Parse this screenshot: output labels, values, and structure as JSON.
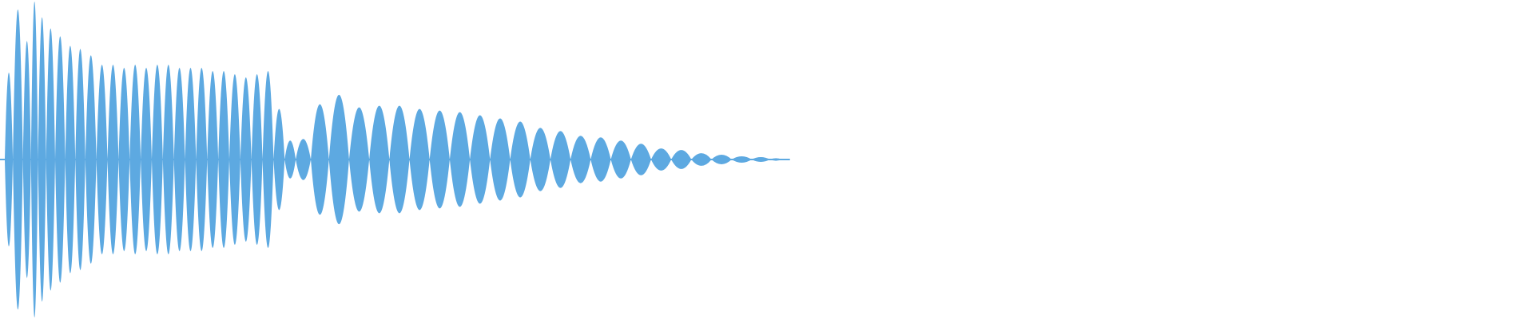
{
  "waveform": {
    "color": "#5DA9E1",
    "background": "#FFFFFF",
    "baseline_amplitude_fraction": 0.02,
    "lobes": [
      {
        "x": 0.0,
        "a": 0.55
      },
      {
        "x": 0.4,
        "a": 0.95
      },
      {
        "x": 0.9,
        "a": 0.75
      },
      {
        "x": 1.3,
        "a": 1.0
      },
      {
        "x": 1.65,
        "a": 0.9
      },
      {
        "x": 2.05,
        "a": 0.83
      },
      {
        "x": 2.5,
        "a": 0.78
      },
      {
        "x": 3.0,
        "a": 0.72
      },
      {
        "x": 3.5,
        "a": 0.7
      },
      {
        "x": 4.0,
        "a": 0.66
      },
      {
        "x": 4.55,
        "a": 0.6
      },
      {
        "x": 5.1,
        "a": 0.6
      },
      {
        "x": 5.65,
        "a": 0.58
      },
      {
        "x": 6.2,
        "a": 0.6
      },
      {
        "x": 6.75,
        "a": 0.58
      },
      {
        "x": 7.3,
        "a": 0.6
      },
      {
        "x": 7.85,
        "a": 0.6
      },
      {
        "x": 8.4,
        "a": 0.58
      },
      {
        "x": 8.95,
        "a": 0.58
      },
      {
        "x": 9.5,
        "a": 0.58
      },
      {
        "x": 10.05,
        "a": 0.56
      },
      {
        "x": 10.6,
        "a": 0.56
      },
      {
        "x": 11.15,
        "a": 0.54
      },
      {
        "x": 11.7,
        "a": 0.52
      },
      {
        "x": 12.25,
        "a": 0.54
      },
      {
        "x": 12.8,
        "a": 0.56
      },
      {
        "x": 13.35,
        "a": 0.32
      },
      {
        "x": 13.9,
        "a": 0.12
      },
      {
        "x": 14.45,
        "a": 0.13
      },
      {
        "x": 15.2,
        "a": 0.35
      },
      {
        "x": 16.1,
        "a": 0.41
      },
      {
        "x": 17.1,
        "a": 0.33
      },
      {
        "x": 18.1,
        "a": 0.34
      },
      {
        "x": 19.1,
        "a": 0.34
      },
      {
        "x": 20.1,
        "a": 0.32
      },
      {
        "x": 21.1,
        "a": 0.31
      },
      {
        "x": 22.1,
        "a": 0.3
      },
      {
        "x": 23.1,
        "a": 0.28
      },
      {
        "x": 24.1,
        "a": 0.26
      },
      {
        "x": 25.1,
        "a": 0.24
      },
      {
        "x": 26.1,
        "a": 0.2
      },
      {
        "x": 27.1,
        "a": 0.18
      },
      {
        "x": 28.1,
        "a": 0.15
      },
      {
        "x": 29.1,
        "a": 0.14
      },
      {
        "x": 30.1,
        "a": 0.12
      },
      {
        "x": 31.1,
        "a": 0.1
      },
      {
        "x": 32.1,
        "a": 0.07
      },
      {
        "x": 33.1,
        "a": 0.06
      },
      {
        "x": 34.1,
        "a": 0.04
      },
      {
        "x": 35.1,
        "a": 0.03
      },
      {
        "x": 36.1,
        "a": 0.02
      },
      {
        "x": 37.1,
        "a": 0.015
      },
      {
        "x": 38.0,
        "a": 0.008
      },
      {
        "x": 38.6,
        "a": 0.0
      }
    ]
  }
}
